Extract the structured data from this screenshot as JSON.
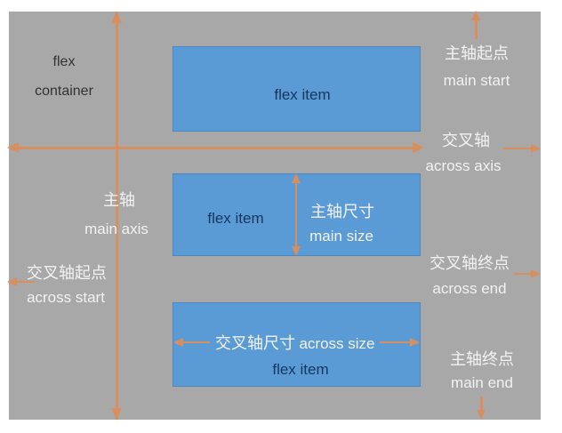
{
  "container_label": {
    "line1": "flex",
    "line2": "container"
  },
  "items": [
    {
      "label": "flex item"
    },
    {
      "label": "flex item"
    },
    {
      "label": "flex item"
    }
  ],
  "axis_labels": {
    "main_start": {
      "zh": "主轴起点",
      "en": "main start"
    },
    "cross_axis": {
      "zh": "交叉轴",
      "en": "across axis"
    },
    "main_axis": {
      "zh": "主轴",
      "en": "main axis"
    },
    "cross_start": {
      "zh": "交叉轴起点",
      "en": "across start"
    },
    "main_size": {
      "zh": "主轴尺寸",
      "en": "main size"
    },
    "cross_end": {
      "zh": "交叉轴终点",
      "en": "across end"
    },
    "cross_size": {
      "zh": "交叉轴尺寸",
      "en": "across size"
    },
    "main_end": {
      "zh": "主轴终点",
      "en": "main end"
    }
  },
  "colors": {
    "canvas_bg": "#ffffff",
    "container_bg": "#a8a8a8",
    "item_bg": "#5b9bd5",
    "arrow": "#d78f5f",
    "label_light": "#f2f2f2",
    "label_dark": "#333333",
    "item_text": "#17365d"
  }
}
